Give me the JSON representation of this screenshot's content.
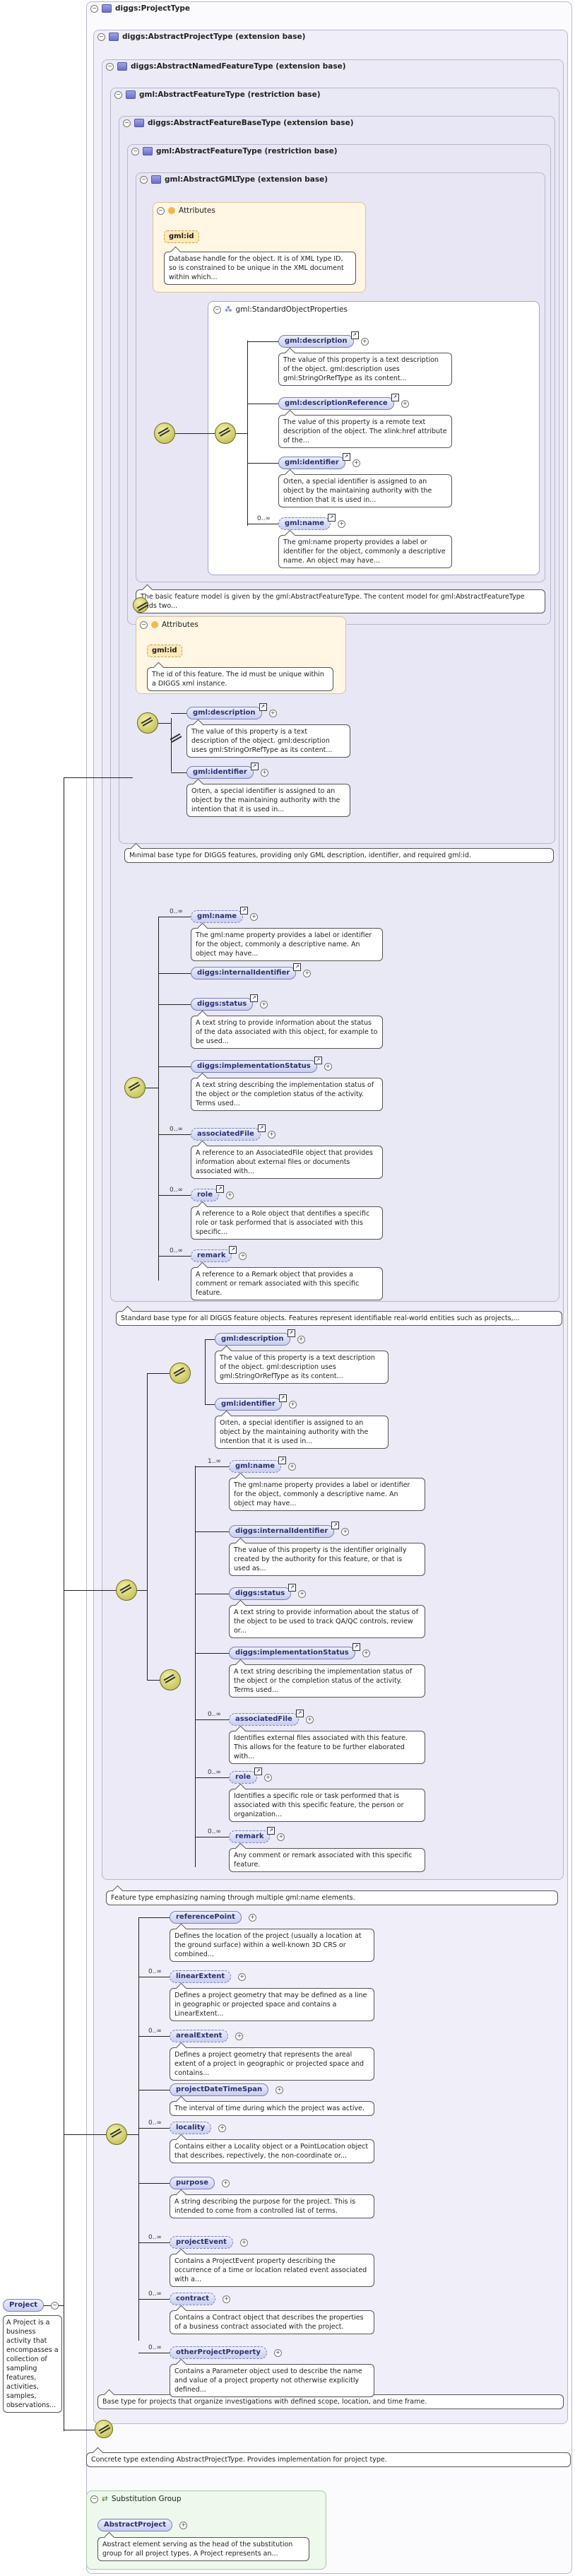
{
  "boxes": {
    "project_type": "diggs:ProjectType",
    "abstract_project_type": "diggs:AbstractProjectType (extension base)",
    "abstract_named_feature_type": "diggs:AbstractNamedFeatureType (extension base)",
    "gml_abstract_feature_type_restriction": "gml:AbstractFeatureType (restriction base)",
    "diggs_abstract_feature_base_type": "diggs:AbstractFeatureBaseType (extension base)",
    "gml_abstract_feature_type_restriction_2": "gml:AbstractFeatureType (restriction base)",
    "gml_abstract_gml_type": "gml:AbstractGMLType (extension base)"
  },
  "attributes_label": "Attributes",
  "gml_attr": {
    "name": "gml:id",
    "doc": "Database handle for the object. It is of XML type ID, so is constrained to be unique in the XML document within which..."
  },
  "std_props": {
    "name": "gml:StandardObjectProperties",
    "items": [
      {
        "name": "gml:description",
        "doc": "The value of this property is a text description of the object. gml:description uses gml:StringOrRefType as its content..."
      },
      {
        "name": "gml:descriptionReference",
        "doc": "The value of this property is a remote text description of the object. The xlink:href attribute of the..."
      },
      {
        "name": "gml:identifier",
        "doc": "Often, a special identifier is assigned to an object by the maintaining authority with the intention that it is used in..."
      },
      {
        "name": "gml:name",
        "occ": "0..∞",
        "doc": "The gml:name property provides a label or identifier for the object, commonly a descriptive name. An object may have..."
      }
    ]
  },
  "gml_feature_doc": "The basic feature model is given by the gml:AbstractFeatureType. The content model for gml:AbstractFeatureType adds two...",
  "restr_attr": {
    "name": "gml:id",
    "doc": "The id of this feature. The id must be unique within a DIGGS xml instance."
  },
  "restr_items": [
    {
      "name": "gml:description",
      "doc": "The value of this property is a text description of the object. gml:description uses gml:StringOrRefType as its content..."
    },
    {
      "name": "gml:identifier",
      "doc": "Often, a special identifier is assigned to an object by the maintaining authority with the intention that it is used in..."
    }
  ],
  "restr_doc": "Minimal base type for DIGGS features, providing only GML description, identifier, and required gml:id.",
  "base_items": [
    {
      "name": "gml:name",
      "occ": "0..∞",
      "doc": "The gml:name property provides a label or identifier for the object, commonly a descriptive name. An object may have..."
    },
    {
      "name": "diggs:internalIdentifier",
      "occ": "",
      "doc": ""
    },
    {
      "name": "diggs:status",
      "occ": "",
      "doc": "A text string to provide information about the status of the data associated with this object, for example to be used..."
    },
    {
      "name": "diggs:implementationStatus",
      "occ": "",
      "doc": "A text string describing the implementation status of the object or the completion status of the activity. Terms used..."
    },
    {
      "name": "associatedFile",
      "occ": "0..∞",
      "doc": "A reference to an AssociatedFile object that provides information about external files or documents associated with..."
    },
    {
      "name": "role",
      "occ": "0..∞",
      "doc": "A reference to a Role object that dentifies a specific role or task performed that is associated with this specific..."
    },
    {
      "name": "remark",
      "occ": "0..∞",
      "doc": "A reference to a Remark object that provides a comment or remark associated with this specific feature."
    }
  ],
  "base_doc": "Standard base type for all DIGGS feature objects. Features represent identifiable real-world entities such as projects,...",
  "named_first": [
    {
      "name": "gml:description",
      "doc": "The value of this property is a text description of the object. gml:description uses gml:StringOrRefType as its content..."
    },
    {
      "name": "gml:identifier",
      "doc": "Often, a special identifier is assigned to an object by the maintaining authority with the intention that it is used in..."
    }
  ],
  "named_second": [
    {
      "name": "gml:name",
      "occ": "1..∞",
      "doc": "The gml:name property provides a label or identifier for the object, commonly a descriptive name. An object may have..."
    },
    {
      "name": "diggs:internalIdentifier",
      "occ": "",
      "doc": "The value of this property is the identifier originally created by the authority for this feature, or that is used as..."
    },
    {
      "name": "diggs:status",
      "occ": "",
      "doc": "A text string to provide information about the status of the object to be used to track QA/QC controls, review or..."
    },
    {
      "name": "diggs:implementationStatus",
      "occ": "",
      "doc": "A text string describing the implementation status of the object or the completion status of the activity. Terms used..."
    },
    {
      "name": "associatedFile",
      "occ": "0..∞",
      "doc": "Identifies external files associated with this feature. This allows for the feature to be further elaborated with..."
    },
    {
      "name": "role",
      "occ": "0..∞",
      "doc": "Identifies a specific role or task performed that is associated with this specific feature, the person or organization..."
    },
    {
      "name": "remark",
      "occ": "0..∞",
      "doc": "Any comment or remark associated with this specific feature."
    }
  ],
  "named_doc": "Feature type emphasizing naming through multiple gml:name elements.",
  "project_items": [
    {
      "name": "referencePoint",
      "occ": "",
      "doc": "Defines the location of the project (usually a location at the ground surface) within a well-known 3D CRS or combined..."
    },
    {
      "name": "linearExtent",
      "occ": "0..∞",
      "doc": "Defines a project geometry that may be defined as a line in geographic or projected space and contains a LinearExtent..."
    },
    {
      "name": "arealExtent",
      "occ": "0..∞",
      "doc": "Defines a project geometry that represents the areal extent of a project in geographic or projected space and contains..."
    },
    {
      "name": "projectDateTimeSpan",
      "occ": "",
      "doc": "The interval of time during which the project was active."
    },
    {
      "name": "locality",
      "occ": "0..∞",
      "doc": "Contains either a Locality object or a PointLocation object that describes, repectively, the non-coordinate or..."
    },
    {
      "name": "purpose",
      "occ": "",
      "doc": "A string describing the purpose for the project. This is intended to come from a controlled list of terms."
    },
    {
      "name": "projectEvent",
      "occ": "0..∞",
      "doc": "Contains a ProjectEvent property describing the occurrence of a time or location related event associated with a..."
    },
    {
      "name": "contract",
      "occ": "0..∞",
      "doc": "Contains a Contract object that describes the properties of a business contract associated with the project."
    },
    {
      "name": "otherProjectProperty",
      "occ": "0..∞",
      "doc": "Contains a Parameter object used to describe the name and value of a project property not otherwise explicitly defined..."
    }
  ],
  "project_base_doc": "Base type for projects that organize investigations with defined scope, location, and time frame.",
  "project_type_doc": "Concrete type extending AbstractProjectType. Provides implementation for project type.",
  "root": {
    "name": "Project",
    "doc": "A Project is a business activity that encompasses a collection of sampling features, activities, samples, observations..."
  },
  "subst": {
    "label": "Substitution Group",
    "name": "AbstractProject",
    "doc": "Abstract element serving as the head of the substitution group for all project types. A Project represents an..."
  }
}
